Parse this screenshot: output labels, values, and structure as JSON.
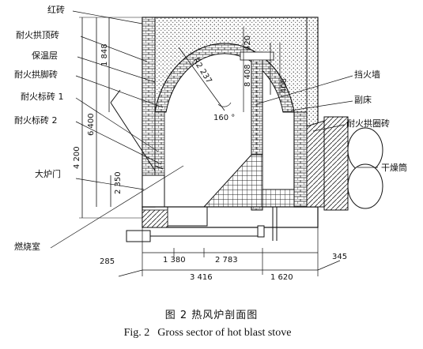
{
  "labels": {
    "red_brick": "红砖",
    "arch_top_brick": "耐火拱顶砖",
    "insulation": "保温层",
    "arch_foot_brick": "耐火拱脚砖",
    "std_brick_1": "耐火标砖 1",
    "std_brick_2": "耐火标砖 2",
    "furnace_door": "大炉门",
    "combustion_chamber": "燃烧室",
    "fire_wall": "挡火墙",
    "secondary_bed": "副床",
    "arch_ring_brick": "耐火拱圈砖",
    "dryer_drum": "干燥筒"
  },
  "dimensions": {
    "d1848": "1 848",
    "d6400": "6 400",
    "d4200": "4 200",
    "d2350": "2 350",
    "radius": "R2 237",
    "d8408": "8 408",
    "d420": "420",
    "d408": "408",
    "angle": "160 °",
    "d285": "285",
    "d1380": "1 380",
    "d2783": "2 783",
    "d3416": "3 416",
    "d1620": "1 620",
    "d345": "345"
  },
  "caption": {
    "cn": "图 2    热风炉剖面图",
    "en_num": "Fig. 2",
    "en_text": "Gross sector of hot blast stove"
  }
}
